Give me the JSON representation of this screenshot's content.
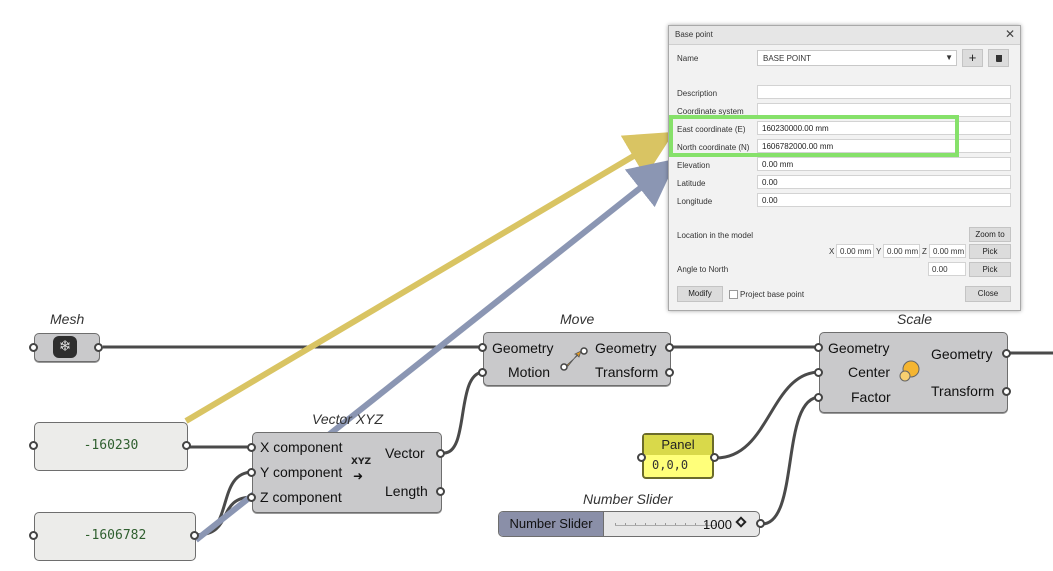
{
  "canvas": {
    "components": {
      "mesh": {
        "title": "Mesh"
      },
      "move": {
        "title": "Move",
        "inputs": [
          "Geometry",
          "Motion"
        ],
        "outputs": [
          "Geometry",
          "Transform"
        ]
      },
      "scale": {
        "title": "Scale",
        "inputs": [
          "Geometry",
          "Center",
          "Factor"
        ],
        "outputs": [
          "Geometry",
          "Transform"
        ]
      },
      "vector_xyz": {
        "title": "Vector XYZ",
        "inputs": [
          "X component",
          "Y component",
          "Z component"
        ],
        "outputs": [
          "Vector",
          "Length"
        ],
        "icon_text": "XYZ"
      },
      "panel": {
        "title": "Panel",
        "value": "0,0,0"
      },
      "number_slider": {
        "title": "Number Slider",
        "label": "Number Slider",
        "value": "1000"
      },
      "param_x": {
        "value": "-160230"
      },
      "param_y": {
        "value": "-1606782"
      }
    },
    "colors": {
      "wire": "#4a4a4a",
      "arrow_yellow": "#d9c463",
      "arrow_blue": "#8b96b3",
      "highlight": "#86e16a",
      "panel_yellow": "#ffff7a"
    }
  },
  "dialog": {
    "title": "Base point",
    "name_label": "Name",
    "name_value": "BASE POINT",
    "add_icon": "plus-icon",
    "delete_icon": "trash-icon",
    "close_icon": "close-icon",
    "fields": [
      {
        "label": "Description",
        "value": ""
      },
      {
        "label": "Coordinate system",
        "value": ""
      },
      {
        "label": "East coordinate  (E)",
        "value": "160230000.00 mm"
      },
      {
        "label": "North coordinate  (N)",
        "value": "1606782000.00 mm"
      },
      {
        "label": "Elevation",
        "value": "0.00 mm"
      },
      {
        "label": "Latitude",
        "value": "0.00"
      },
      {
        "label": "Longitude",
        "value": "0.00"
      }
    ],
    "location_label": "Location in the model",
    "zoom_label": "Zoom to",
    "x_label": "X",
    "x_value": "0.00 mm",
    "y_label": "Y",
    "y_value": "0.00 mm",
    "z_label": "Z",
    "z_value": "0.00 mm",
    "pick_label": "Pick",
    "angle_label": "Angle to North",
    "angle_value": "0.00",
    "modify_label": "Modify",
    "project_label": "Project base point",
    "close_label": "Close"
  }
}
